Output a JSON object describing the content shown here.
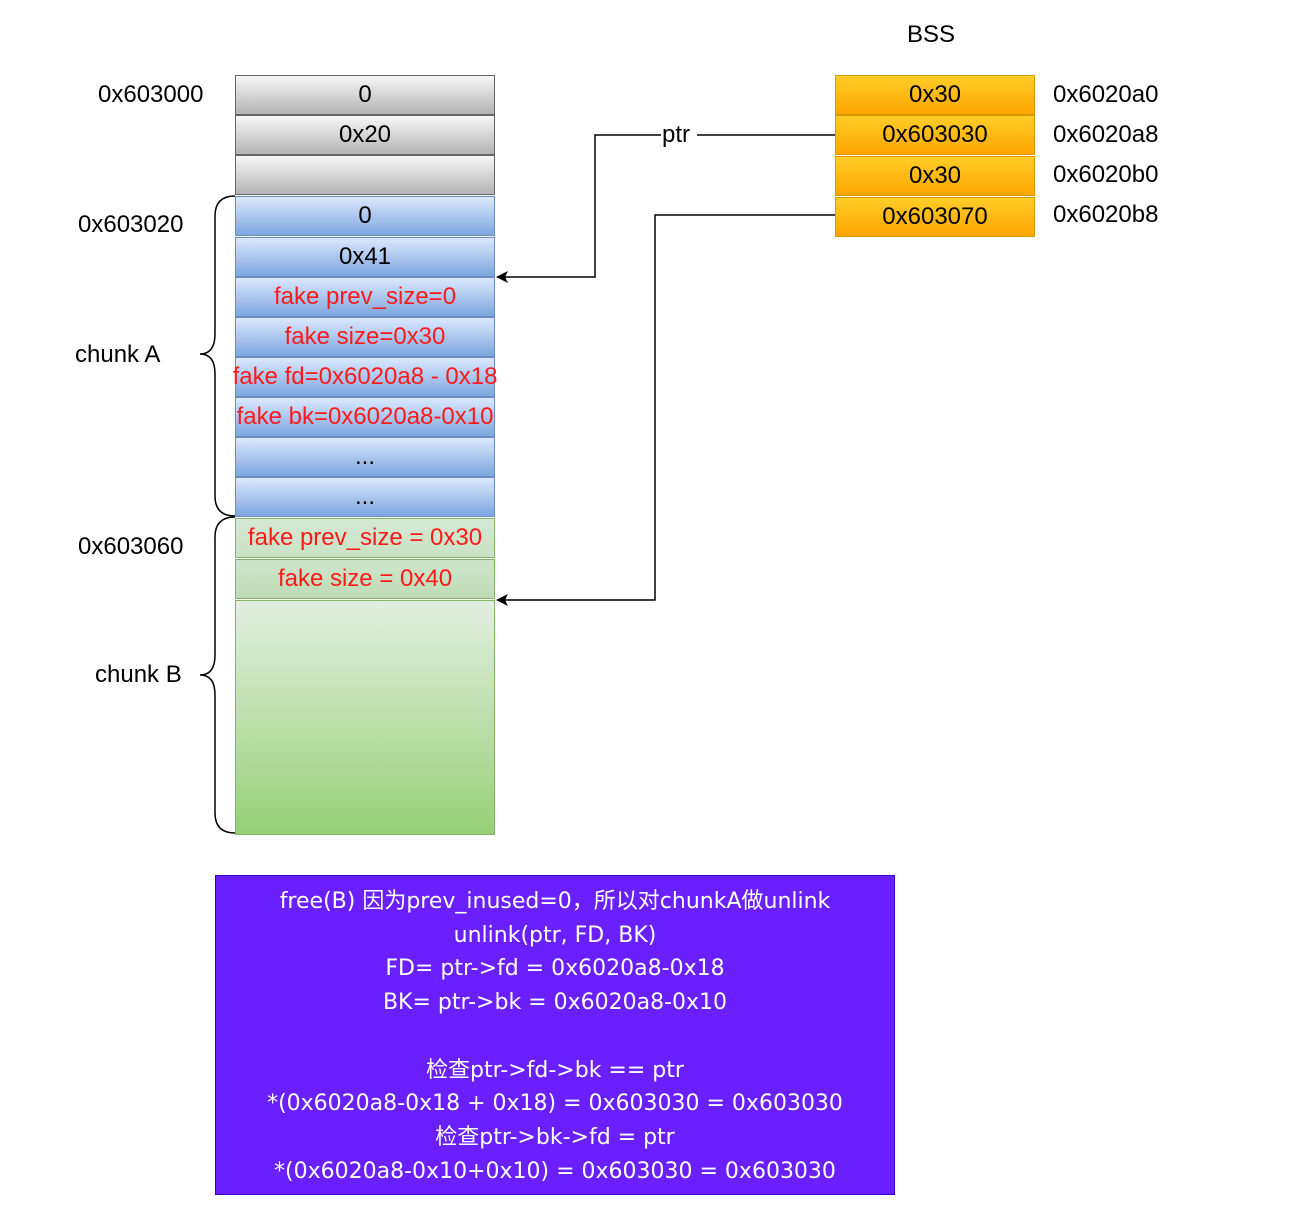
{
  "heap": {
    "addresses": [
      "0x603000",
      "0x603020",
      "0x603060"
    ],
    "rows": [
      "0",
      "0x20",
      "",
      "0",
      "0x41",
      "fake prev_size=0",
      "fake size=0x30",
      "fake fd=0x6020a8 - 0x18",
      "fake bk=0x6020a8-0x10",
      "...",
      "...",
      "fake prev_size = 0x30",
      "fake size = 0x40",
      ""
    ],
    "chunk_a_label": "chunk A",
    "chunk_b_label": "chunk B"
  },
  "bss": {
    "title": "BSS",
    "values": [
      "0x30",
      "0x603030",
      "0x30",
      "0x603070"
    ],
    "addresses": [
      "0x6020a0",
      "0x6020a8",
      "0x6020b0",
      "0x6020b8"
    ],
    "ptr_label": "ptr"
  },
  "note": {
    "lines": [
      "free(B) 因为prev_inused=0，所以对chunkA做unlink",
      "unlink(ptr, FD, BK)",
      "FD= ptr->fd = 0x6020a8-0x18",
      "BK= ptr->bk = 0x6020a8-0x10",
      "",
      "检查ptr->fd->bk == ptr",
      "*(0x6020a8-0x18 + 0x18) = 0x603030 = 0x603030",
      "检查ptr->bk->fd = ptr",
      "*(0x6020a8-0x10+0x10) = 0x603030 = 0x603030"
    ]
  },
  "colors": {
    "fake_text": "#ff1a1a",
    "note_bg": "#6a1fff",
    "bss_fill": "#ffb31a"
  }
}
